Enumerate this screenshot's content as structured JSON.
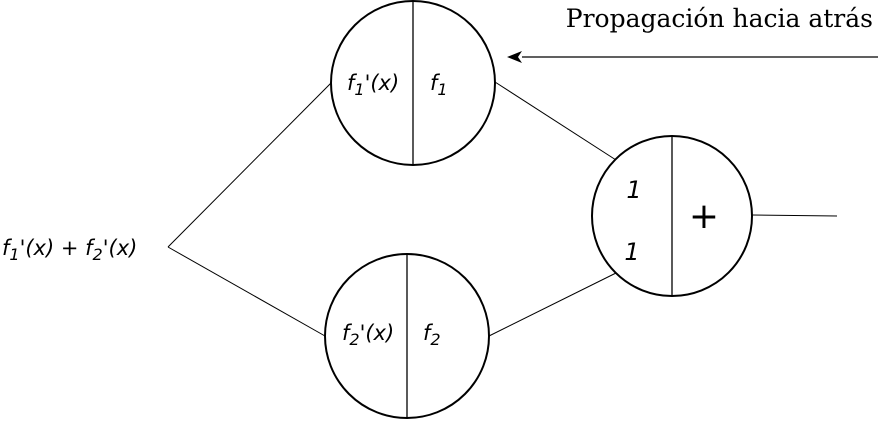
{
  "title": "Propagación hacia atrás",
  "input_label": {
    "f1": "f",
    "sub1": "1",
    "mid": "'(x) + ",
    "f2": "f",
    "sub2": "2",
    "end": "'(x)"
  },
  "node_top": {
    "left": {
      "f": "f",
      "sub": "1",
      "rest": "'(x)"
    },
    "right": {
      "f": "f",
      "sub": "1"
    }
  },
  "node_bottom": {
    "left": {
      "f": "f",
      "sub": "2",
      "rest": "'(x)"
    },
    "right": {
      "f": "f",
      "sub": "2"
    }
  },
  "node_sum": {
    "weight_top": "1",
    "weight_bottom": "1",
    "operator": "+"
  }
}
